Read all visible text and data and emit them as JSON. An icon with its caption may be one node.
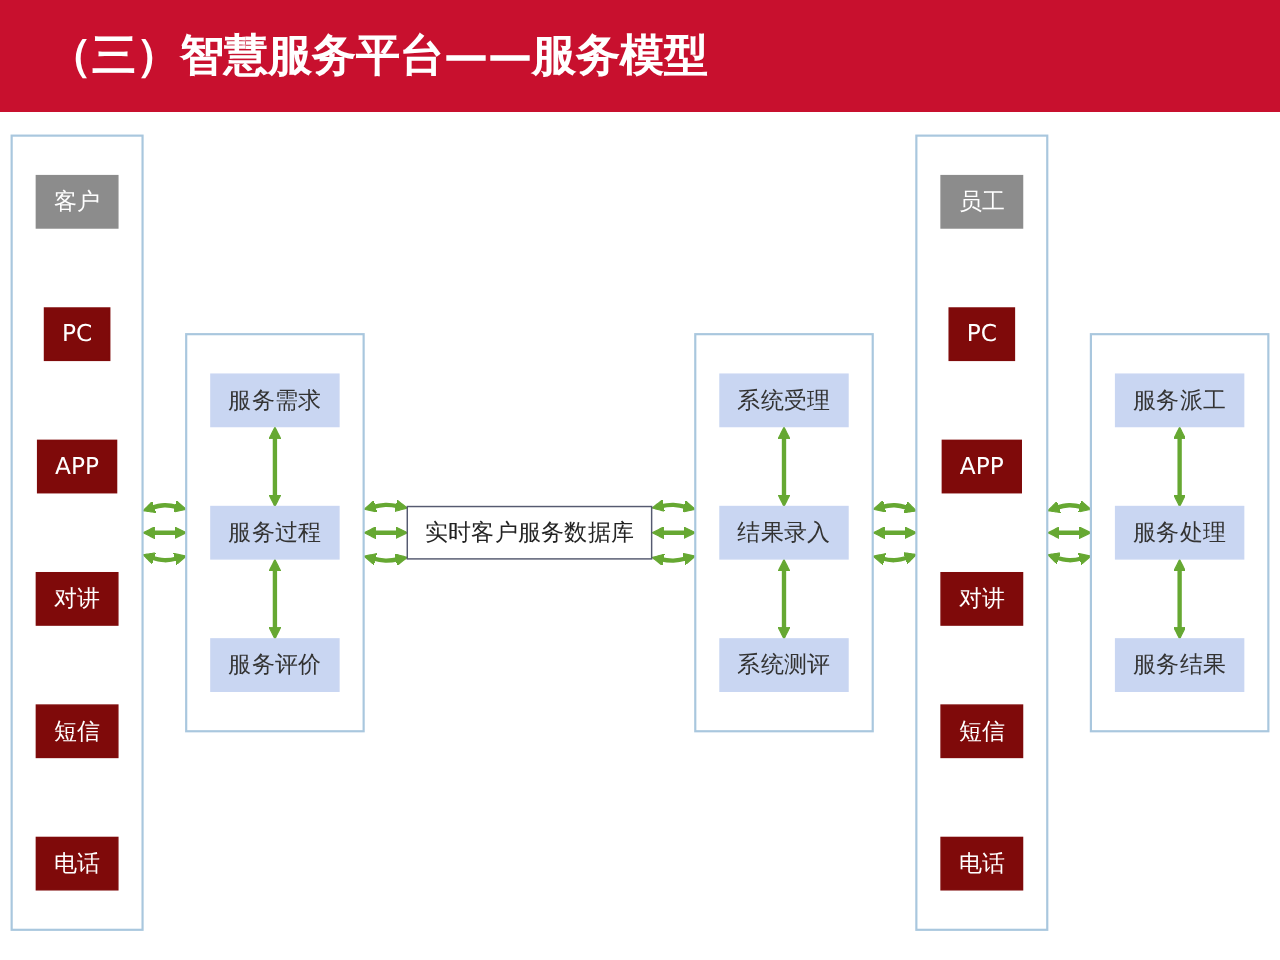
{
  "diagram": {
    "title": "（三）智慧服务平台——服务模型",
    "nodes": [
      {
        "text": [],
        "shape": "box"
      },
      {
        "text": [
          "客户"
        ],
        "in": 0
      },
      {
        "text": [
          "PC"
        ],
        "in": 0
      },
      {
        "text": [
          "APP"
        ],
        "in": 0
      },
      {
        "text": [
          "对讲"
        ],
        "in": 0
      },
      {
        "text": [
          "短信"
        ],
        "in": 0
      },
      {
        "text": [
          "电话"
        ],
        "in": 0
      },
      {
        "text": [],
        "shape": "box"
      },
      {
        "text": [
          "服务需求"
        ],
        "in": 7
      },
      {
        "text": [
          "服务过程"
        ],
        "in": 7
      },
      {
        "text": [
          "服务评价"
        ],
        "in": 7
      },
      {
        "text": [
          "实时客户服务数据库"
        ]
      },
      {
        "text": [],
        "shape": "box"
      },
      {
        "text": [
          "系统受理"
        ],
        "in": 12
      },
      {
        "text": [
          "结果录入"
        ],
        "in": 12
      },
      {
        "text": [
          "系统测评"
        ],
        "in": 12
      },
      {
        "text": [],
        "shape": "box"
      },
      {
        "text": [
          "员工"
        ],
        "in": 16
      },
      {
        "text": [
          "PC"
        ],
        "in": 16
      },
      {
        "text": [
          "APP"
        ],
        "in": 16
      },
      {
        "text": [
          "对讲"
        ],
        "in": 16
      },
      {
        "text": [
          "短信"
        ],
        "in": 16
      },
      {
        "text": [
          "电话"
        ],
        "in": 16
      },
      {
        "text": [],
        "shape": "box"
      },
      {
        "text": [
          "服务派工"
        ],
        "in": 23
      },
      {
        "text": [
          "服务处理"
        ],
        "in": 23
      },
      {
        "text": [
          "服务结果"
        ],
        "in": 23
      }
    ],
    "edges": [
      {
        "from": 0,
        "to": 7,
        "arrow": "both"
      },
      {
        "from": 0,
        "to": 7,
        "arrow": "both"
      },
      {
        "from": 0,
        "to": 7,
        "arrow": "both"
      },
      {
        "from": 8,
        "to": 9,
        "arrow": "both"
      },
      {
        "from": 9,
        "to": 10,
        "arrow": "both"
      },
      {
        "from": 7,
        "to": 11,
        "arrow": "both"
      },
      {
        "from": 7,
        "to": 11,
        "arrow": "both"
      },
      {
        "from": 7,
        "to": 11,
        "arrow": "both"
      },
      {
        "from": 11,
        "to": 12,
        "arrow": "both"
      },
      {
        "from": 11,
        "to": 12,
        "arrow": "both"
      },
      {
        "from": 11,
        "to": 12,
        "arrow": "both"
      },
      {
        "from": 13,
        "to": 14,
        "arrow": "both"
      },
      {
        "from": 14,
        "to": 15,
        "arrow": "both"
      },
      {
        "from": 12,
        "to": 16,
        "arrow": "both"
      },
      {
        "from": 12,
        "to": 16,
        "arrow": "both"
      },
      {
        "from": 12,
        "to": 16,
        "arrow": "both"
      },
      {
        "from": 16,
        "to": 23,
        "arrow": "both"
      },
      {
        "from": 16,
        "to": 23,
        "arrow": "both"
      },
      {
        "from": 16,
        "to": 23,
        "arrow": "both"
      },
      {
        "from": 24,
        "to": 25,
        "arrow": "both"
      },
      {
        "from": 25,
        "to": 26,
        "arrow": "both"
      }
    ]
  }
}
